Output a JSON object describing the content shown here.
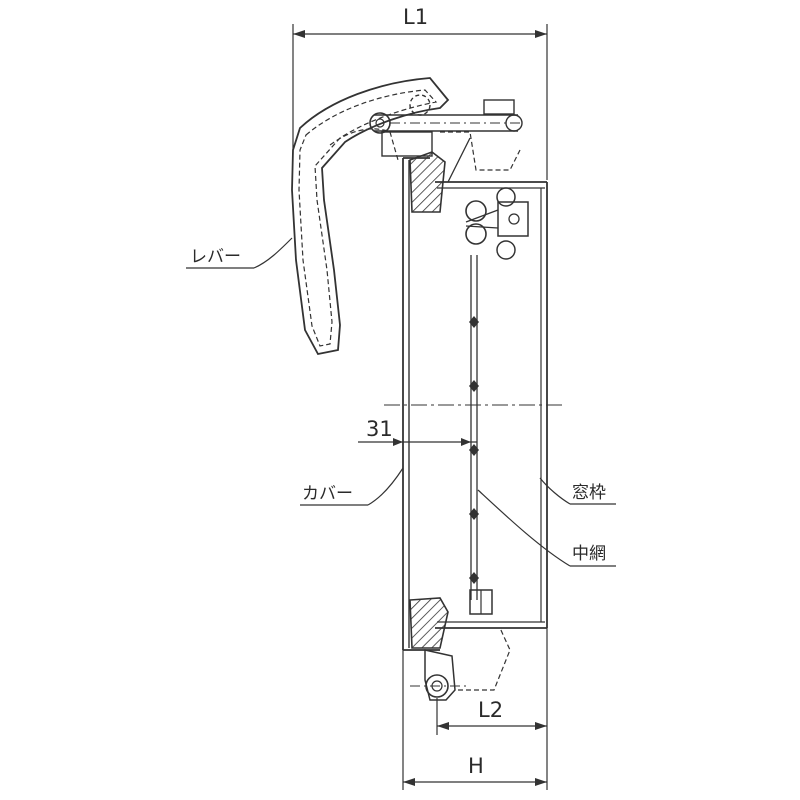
{
  "dimensions": {
    "l1": "L1",
    "l2": "L2",
    "h": "H",
    "gap": "31"
  },
  "labels": {
    "lever": "レバー",
    "cover": "カバー",
    "window_frame": "窓枠",
    "mid_screen": "中網"
  },
  "colors": {
    "line": "#333333",
    "background": "#ffffff"
  }
}
